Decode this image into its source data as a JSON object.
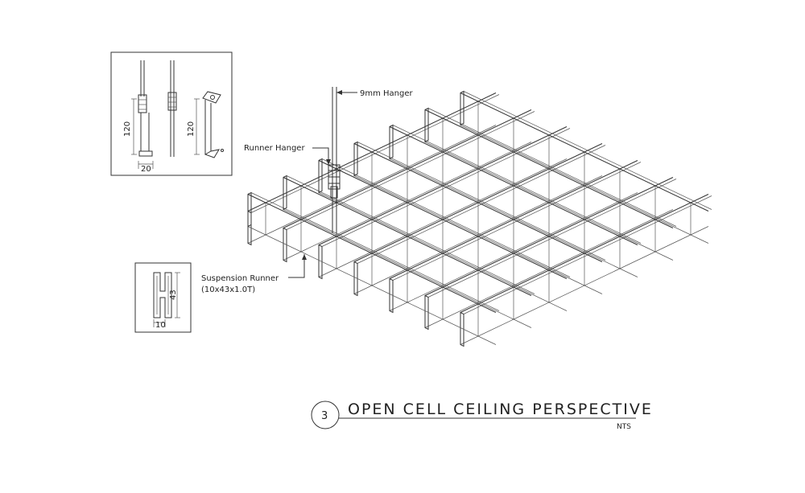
{
  "detail_hanger": {
    "dim_height_left": "120",
    "dim_height_right": "120",
    "dim_width": "20"
  },
  "detail_runner": {
    "dim_height": "43",
    "dim_width": "10"
  },
  "labels": {
    "hanger_9mm": "9mm Hanger",
    "runner_hanger": "Runner Hanger",
    "suspension_runner_line1": "Suspension Runner",
    "suspension_runner_line2": "(10x43x1.0T)"
  },
  "title_block": {
    "number": "3",
    "title": "OPEN CELL CEILING PERSPECTIVE",
    "scale": "NTS"
  }
}
